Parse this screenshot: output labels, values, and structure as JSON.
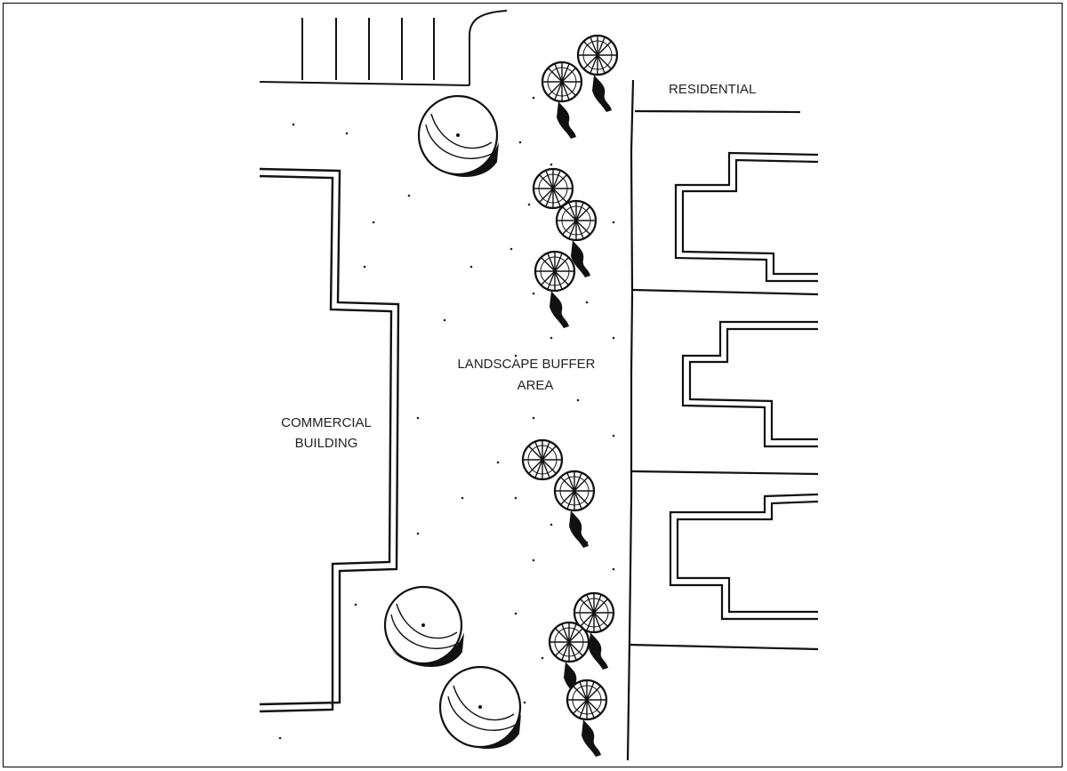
{
  "labels": {
    "residential": "RESIDENTIAL",
    "buffer_line1": "LANDSCAPE BUFFER",
    "buffer_line2": "AREA",
    "commercial_line1": "COMMERCIAL",
    "commercial_line2": "BUILDING"
  },
  "colors": {
    "ink": "#111111",
    "paper": "#ffffff"
  }
}
